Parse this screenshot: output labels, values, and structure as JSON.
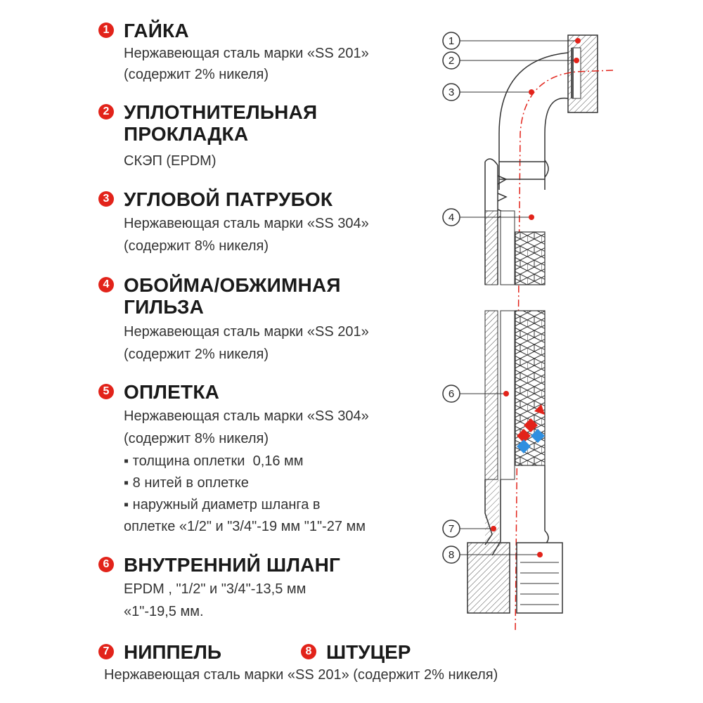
{
  "items": [
    {
      "num": "1",
      "title": "ГАЙКА",
      "lines": [
        "Нержавеющая сталь марки «SS 201»",
        "(содержит 2% никеля)"
      ]
    },
    {
      "num": "2",
      "title": "УПЛОТНИТЕЛЬНАЯ\nПРОКЛАДКА",
      "lines": [
        "СКЭП (EPDM)"
      ]
    },
    {
      "num": "3",
      "title": "УГЛОВОЙ ПАТРУБОК",
      "lines": [
        "Нержавеющая сталь марки «SS 304»",
        "(содержит 8% никеля)"
      ]
    },
    {
      "num": "4",
      "title": "ОБОЙМА/ОБЖИМНАЯ\nГИЛЬЗА",
      "lines": [
        "Нержавеющая сталь марки «SS 201»",
        "(содержит 2% никеля)"
      ]
    },
    {
      "num": "5",
      "title": "ОПЛЕТКА",
      "lines": [
        "Нержавеющая сталь марки «SS 304»",
        "(содержит 8% никеля)",
        "▪ толщина оплетки  0,16 мм",
        "▪ 8 нитей в оплетке",
        "▪ наружный диаметр шланга в",
        "оплетке «1/2\" и \"3/4\"-19 мм \"1\"-27 мм"
      ]
    },
    {
      "num": "6",
      "title": "ВНУТРЕННИЙ ШЛАНГ",
      "lines": [
        "EPDM , \"1/2\" и \"3/4\"-13,5 мм",
        "«1\"-19,5 мм."
      ]
    }
  ],
  "footer": {
    "nipple_num": "7",
    "nipple_title": "НИППЕЛЬ",
    "fitting_num": "8",
    "fitting_title": "ШТУЦЕР",
    "material": "Нержавеющая сталь марки «SS 201» (содержит 2% никеля)"
  },
  "callouts": [
    "1",
    "2",
    "3",
    "4",
    "6",
    "7",
    "8"
  ],
  "colors": {
    "accent": "#e2231a",
    "braid_blue": "#2f8fe0",
    "line": "#333333"
  }
}
